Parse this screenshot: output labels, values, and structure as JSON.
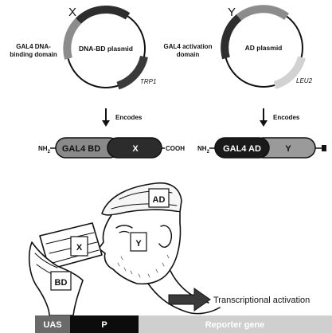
{
  "dna_bd_plasmid": {
    "name": "DNA-BD plasmid",
    "insert": "X",
    "domain_label_line1": "GAL4 DNA-",
    "domain_label_line2": "binding domain",
    "marker": "TRP1"
  },
  "ad_plasmid": {
    "name": "AD plasmid",
    "insert": "Y",
    "domain_label_line1": "GAL4 activation",
    "domain_label_line2": "domain",
    "marker": "LEU2"
  },
  "encodes_label": "Encodes",
  "bd_fusion": {
    "n_terminus": "NH",
    "n_subscript": "2",
    "domain": "GAL4 BD",
    "partner": "X",
    "c_terminus": "COOH"
  },
  "ad_fusion": {
    "n_terminus": "NH",
    "n_subscript": "2",
    "domain": "GAL4 AD",
    "partner": "Y"
  },
  "illustration": {
    "hat_label": "AD",
    "cheek_label": "Y",
    "cup_label": "X",
    "hand_label": "BD"
  },
  "transcription_label": "Transcriptional activation",
  "gene_strip": {
    "uas": "UAS",
    "promoter": "P",
    "reporter": "Reporter gene"
  },
  "colors": {
    "dark_segment": "#2e2e2e",
    "mid_segment": "#8c8c8c",
    "light_segment": "#d2d2d2",
    "bd_pill": "#8a8a8a",
    "x_pill": "#2c2c2c",
    "ad_pill": "#1a1a1a",
    "y_pill": "#9a9a9a",
    "uas_block": "#6a6a6a",
    "p_block": "#0c0c0c",
    "reporter_block": "#cfcfcf"
  }
}
